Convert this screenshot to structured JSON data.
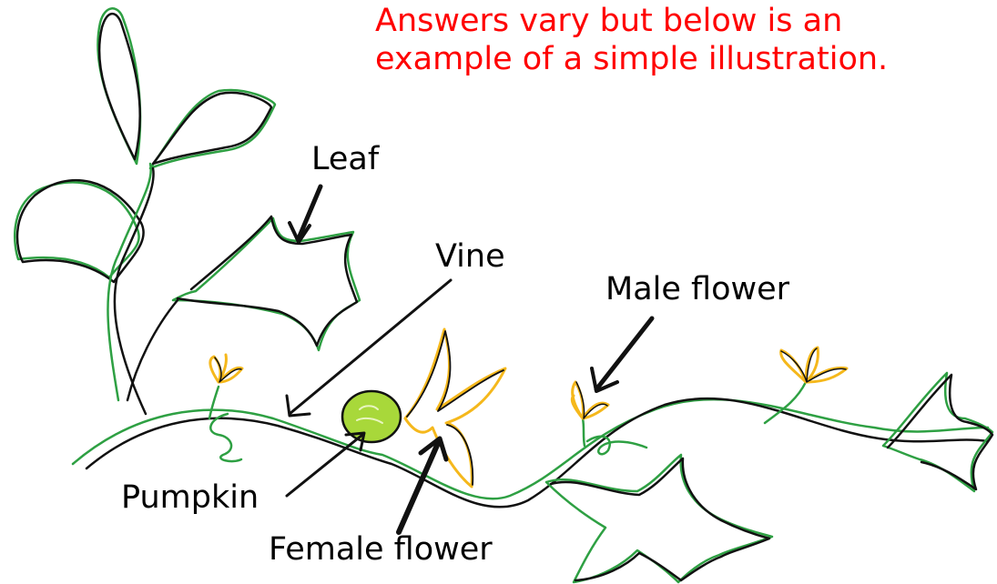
{
  "caption": {
    "line1": "Answers vary but below is an",
    "line2": "example of a simple illustration.",
    "color": "#ff0000"
  },
  "labels": {
    "leaf": "Leaf",
    "vine": "Vine",
    "male_flower": "Male flower",
    "pumpkin": "Pumpkin",
    "female_flower": "Female flower"
  },
  "colors": {
    "vine_green": "#2ea043",
    "outline_black": "#111111",
    "flower_yellow": "#f5b81c",
    "pumpkin_green": "#a8d83a"
  }
}
